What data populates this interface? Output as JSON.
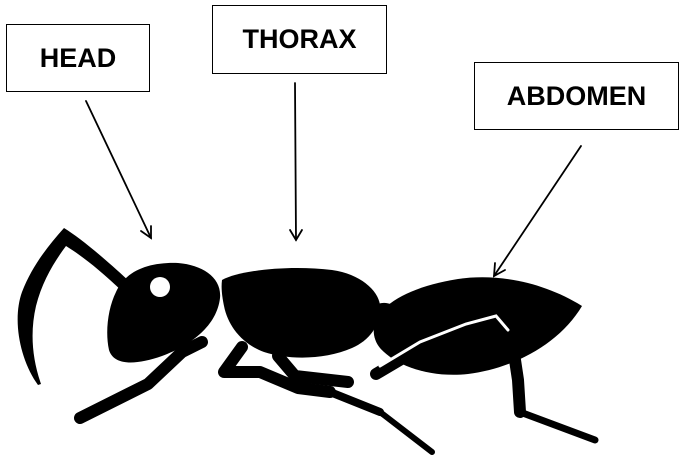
{
  "labels": {
    "head": "HEAD",
    "thorax": "THORAX",
    "abdomen": "ABDOMEN"
  },
  "colors": {
    "ink": "#000000",
    "background": "#ffffff"
  },
  "icons": {
    "subject": "ant-silhouette-icon"
  }
}
